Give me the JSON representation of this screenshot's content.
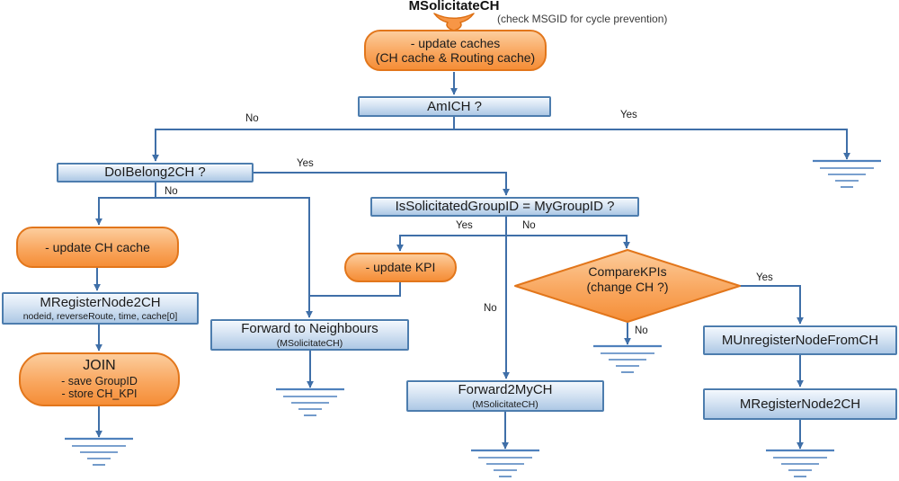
{
  "header": {
    "title": "MSolicitateCH",
    "annotation": "(check MSGID for cycle prevention)"
  },
  "nodes": {
    "update_caches": {
      "line1": "- update caches",
      "line2": "(CH cache & Routing cache)"
    },
    "am_i_ch": {
      "label": "AmICH ?"
    },
    "do_i_belong": {
      "label": "DoIBelong2CH ?"
    },
    "is_solicitated": {
      "label": "IsSolicitatedGroupID = MyGroupID ?"
    },
    "update_ch_cache": {
      "label": "- update CH cache"
    },
    "mregister_left": {
      "label": "MRegisterNode2CH",
      "sublabel": "nodeid, reverseRoute, time, cache[0]"
    },
    "join": {
      "label": "JOIN",
      "line2": "- save GroupID",
      "line3": "- store CH_KPI"
    },
    "update_kpi": {
      "label": "- update KPI"
    },
    "forward_neighbours": {
      "label": "Forward to Neighbours",
      "sublabel": "(MSolicitateCH)"
    },
    "forward_2_my_ch": {
      "label": "Forward2MyCH",
      "sublabel": "(MSolicitateCH)"
    },
    "compare_kpis": {
      "line1": "CompareKPIs",
      "line2": "(change CH ?)"
    },
    "munregister": {
      "label": "MUnregisterNodeFromCH"
    },
    "mregister_right": {
      "label": "MRegisterNode2CH"
    }
  },
  "edge_labels": {
    "am_i_ch_no": "No",
    "am_i_ch_yes": "Yes",
    "do_i_belong_yes": "Yes",
    "do_i_belong_no": "No",
    "is_solicitated_yes": "Yes",
    "is_solicitated_no": "No",
    "forward_my_ch_no": "No",
    "compare_no": "No",
    "compare_yes": "Yes"
  },
  "colors": {
    "connector": "#3f6fa8",
    "blue_box_border": "#4d7dae",
    "blue_box_fill_top": "#f2f7fd",
    "blue_box_fill_bottom": "#adc8e5",
    "orange_border": "#e2761b",
    "orange_fill_top": "#fccd9d",
    "orange_fill_bottom": "#f58e37",
    "ground": "#4f81bd",
    "text": "#1b1b1b"
  }
}
